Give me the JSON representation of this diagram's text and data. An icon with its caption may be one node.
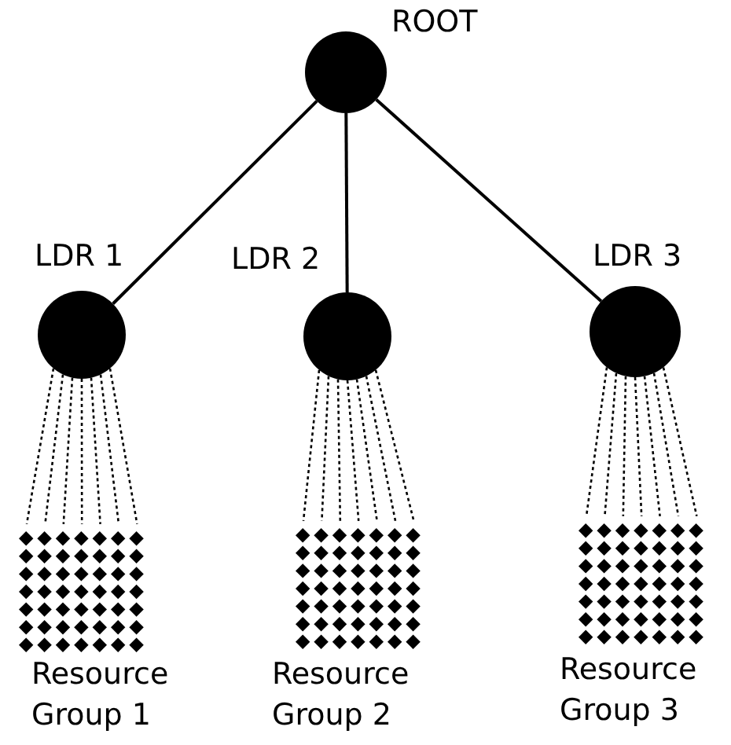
{
  "diagram": {
    "nodes": [
      {
        "text": [
          "ROOT"
        ]
      },
      {
        "text": [
          "LDR 1"
        ]
      },
      {
        "text": [
          "LDR 2"
        ]
      },
      {
        "text": [
          "LDR 3"
        ]
      },
      {
        "text": [
          "Resource Group 1"
        ]
      },
      {
        "text": [
          "Resource Group 2"
        ]
      },
      {
        "text": [
          "Resource Group 3"
        ]
      }
    ],
    "edges": [
      {
        "from": 0,
        "to": 1,
        "arrow": "none"
      },
      {
        "from": 0,
        "to": 2,
        "arrow": "none"
      },
      {
        "from": 0,
        "to": 3,
        "arrow": "none"
      },
      {
        "from": 1,
        "to": 4,
        "arrow": "none",
        "style": "dashed"
      },
      {
        "from": 1,
        "to": 4,
        "arrow": "none",
        "style": "dashed"
      },
      {
        "from": 1,
        "to": 4,
        "arrow": "none",
        "style": "dashed"
      },
      {
        "from": 1,
        "to": 4,
        "arrow": "none",
        "style": "dashed"
      },
      {
        "from": 1,
        "to": 4,
        "arrow": "none",
        "style": "dashed"
      },
      {
        "from": 1,
        "to": 4,
        "arrow": "none",
        "style": "dashed"
      },
      {
        "from": 1,
        "to": 4,
        "arrow": "none",
        "style": "dashed"
      },
      {
        "from": 2,
        "to": 5,
        "arrow": "none",
        "style": "dashed"
      },
      {
        "from": 2,
        "to": 5,
        "arrow": "none",
        "style": "dashed"
      },
      {
        "from": 2,
        "to": 5,
        "arrow": "none",
        "style": "dashed"
      },
      {
        "from": 2,
        "to": 5,
        "arrow": "none",
        "style": "dashed"
      },
      {
        "from": 2,
        "to": 5,
        "arrow": "none",
        "style": "dashed"
      },
      {
        "from": 2,
        "to": 5,
        "arrow": "none",
        "style": "dashed"
      },
      {
        "from": 2,
        "to": 5,
        "arrow": "none",
        "style": "dashed"
      },
      {
        "from": 3,
        "to": 6,
        "arrow": "none",
        "style": "dashed"
      },
      {
        "from": 3,
        "to": 6,
        "arrow": "none",
        "style": "dashed"
      },
      {
        "from": 3,
        "to": 6,
        "arrow": "none",
        "style": "dashed"
      },
      {
        "from": 3,
        "to": 6,
        "arrow": "none",
        "style": "dashed"
      },
      {
        "from": 3,
        "to": 6,
        "arrow": "none",
        "style": "dashed"
      },
      {
        "from": 3,
        "to": 6,
        "arrow": "none",
        "style": "dashed"
      },
      {
        "from": 3,
        "to": 6,
        "arrow": "none",
        "style": "dashed"
      }
    ]
  }
}
